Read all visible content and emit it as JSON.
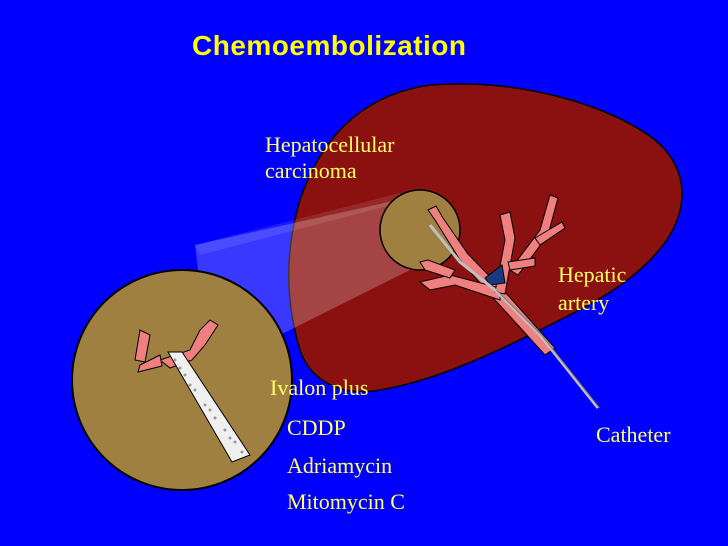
{
  "title": "Chemoembolization",
  "labels": {
    "tumor_line1": "Hepatocellular",
    "tumor_line2": "carcinoma",
    "artery_line1": "Hepatic",
    "artery_line2": "artery",
    "catheter": "Catheter"
  },
  "agents": {
    "heading": "Ivalon plus",
    "items": [
      "CDDP",
      "Adriamycin",
      "Mitomycin C"
    ]
  },
  "colors": {
    "background": "#0000ff",
    "title": "#ffff00",
    "label": "#ffff66",
    "liver": "#8b1010",
    "tumor": "#a08040",
    "artery": "#f08080",
    "catheter": "#c0c0c0"
  }
}
